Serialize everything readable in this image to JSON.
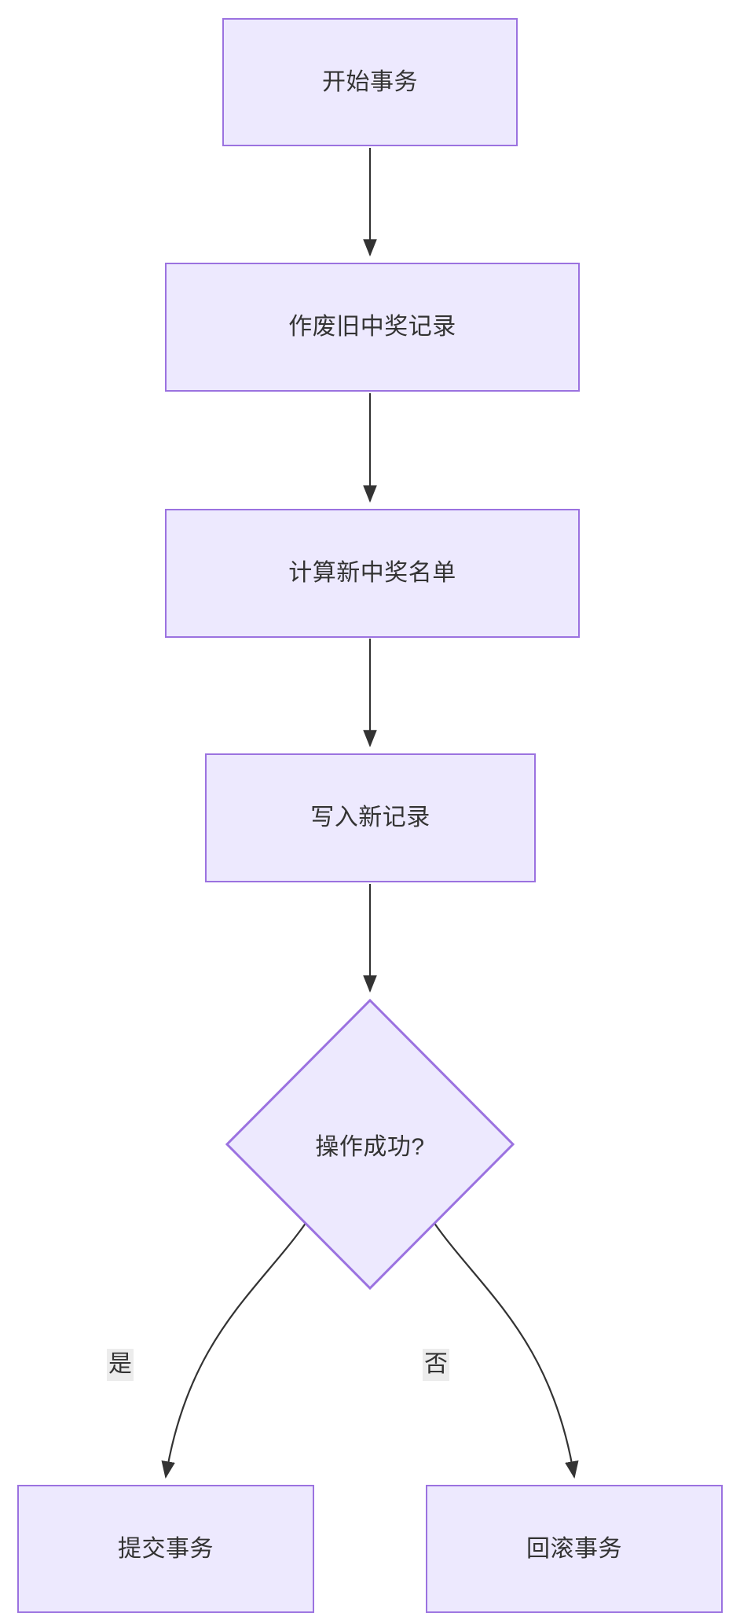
{
  "diagram": {
    "type": "flowchart",
    "direction": "top-to-bottom",
    "title": "",
    "colors": {
      "node_fill": "#ede9fe",
      "node_border": "#9b72e0",
      "node_text": "#333333",
      "edge_stroke": "#333333",
      "edge_label_bg": "#ececec",
      "background": "#ffffff"
    },
    "nodes": [
      {
        "id": "start",
        "shape": "rect",
        "label": "开始事务"
      },
      {
        "id": "void_old",
        "shape": "rect",
        "label": "作废旧中奖记录"
      },
      {
        "id": "calc_new",
        "shape": "rect",
        "label": "计算新中奖名单"
      },
      {
        "id": "write_new",
        "shape": "rect",
        "label": "写入新记录"
      },
      {
        "id": "check",
        "shape": "diamond",
        "label": "操作成功?"
      },
      {
        "id": "commit",
        "shape": "rect",
        "label": "提交事务"
      },
      {
        "id": "rollback",
        "shape": "rect",
        "label": "回滚事务"
      }
    ],
    "edges": [
      {
        "from": "start",
        "to": "void_old",
        "label": ""
      },
      {
        "from": "void_old",
        "to": "calc_new",
        "label": ""
      },
      {
        "from": "calc_new",
        "to": "write_new",
        "label": ""
      },
      {
        "from": "write_new",
        "to": "check",
        "label": ""
      },
      {
        "from": "check",
        "to": "commit",
        "label": "是"
      },
      {
        "from": "check",
        "to": "rollback",
        "label": "否"
      }
    ],
    "edge_labels": {
      "yes": "是",
      "no": "否"
    }
  }
}
